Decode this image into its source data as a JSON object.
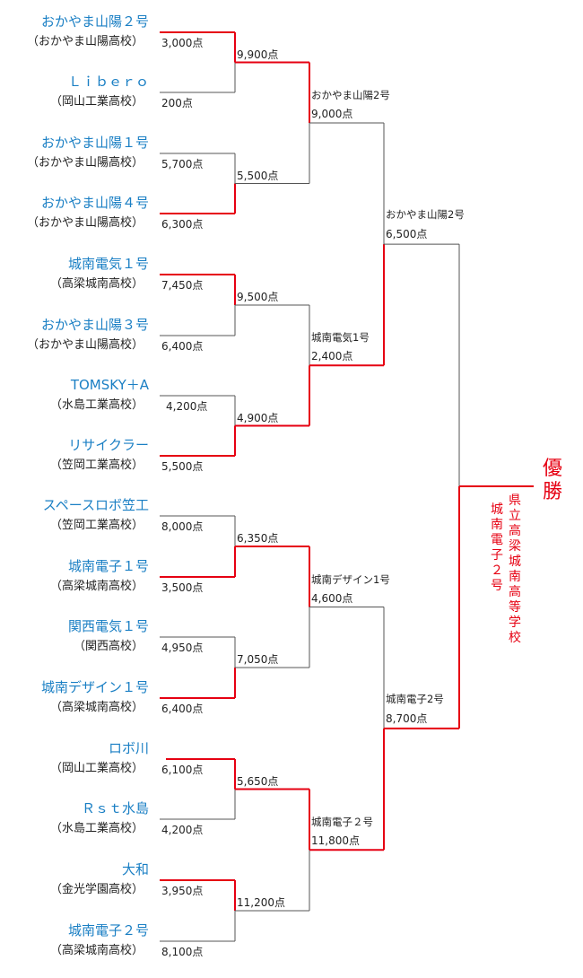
{
  "teams": [
    {
      "name": "おかやま山陽２号",
      "school": "（おかやま山陽高校）",
      "score": "3,000点"
    },
    {
      "name": "Ｌｉｂｅｒｏ",
      "school": "（岡山工業高校）",
      "score": "200点"
    },
    {
      "name": "おかやま山陽１号",
      "school": "（おかやま山陽高校）",
      "score": "5,700点"
    },
    {
      "name": "おかやま山陽４号",
      "school": "（おかやま山陽高校）",
      "score": "6,300点"
    },
    {
      "name": "城南電気１号",
      "school": "（高梁城南高校）",
      "score": "7,450点"
    },
    {
      "name": "おかやま山陽３号",
      "school": "（おかやま山陽高校）",
      "score": "6,400点"
    },
    {
      "name": "TOMSKY＋A",
      "school": "（水島工業高校）",
      "score": "4,200点"
    },
    {
      "name": "リサイクラー",
      "school": "（笠岡工業高校）",
      "score": "5,500点"
    },
    {
      "name": "スペースロボ笠工",
      "school": "（笠岡工業高校）",
      "score": "8,000点"
    },
    {
      "name": "城南電子１号",
      "school": "（高梁城南高校）",
      "score": "3,500点"
    },
    {
      "name": "関西電気１号",
      "school": "（関西高校）",
      "score": "4,950点"
    },
    {
      "name": "城南デザイン１号",
      "school": "（高梁城南高校）",
      "score": "6,400点"
    },
    {
      "name": "ロボ川",
      "school": "（岡山工業高校）",
      "score": "6,100点"
    },
    {
      "name": "Ｒｓｔ水島",
      "school": "（水島工業高校）",
      "score": "4,200点"
    },
    {
      "name": "大和",
      "school": "（金光学園高校）",
      "score": "3,950点"
    },
    {
      "name": "城南電子２号",
      "school": "（高梁城南高校）",
      "score": "8,100点"
    }
  ],
  "round2": [
    {
      "score": "9,900点"
    },
    {
      "score": "5,500点"
    },
    {
      "score": "9,500点"
    },
    {
      "score": "4,900点"
    },
    {
      "score": "6,350点"
    },
    {
      "score": "7,050点"
    },
    {
      "score": "5,650点"
    },
    {
      "score": "11,200点"
    }
  ],
  "round3": [
    {
      "name": "おかやま山陽2号",
      "score": "9,000点"
    },
    {
      "name": "城南電気1号",
      "score": "2,400点"
    },
    {
      "name": "城南デザイン1号",
      "score": "4,600点"
    },
    {
      "name": "城南電子２号",
      "score": "11,800点"
    }
  ],
  "semifinal": [
    {
      "name": "おかやま山陽2号",
      "score": "6,500点"
    },
    {
      "name": "城南電子2号",
      "score": "8,700点"
    }
  ],
  "champion": {
    "title": "優勝",
    "school_name": "県立高梁城南高等学校",
    "team_name": "城南電子２号"
  },
  "colors": {
    "team_name": "#1a7fc4",
    "winner_line": "#e60012",
    "loser_line": "#555555",
    "text": "#222222"
  }
}
